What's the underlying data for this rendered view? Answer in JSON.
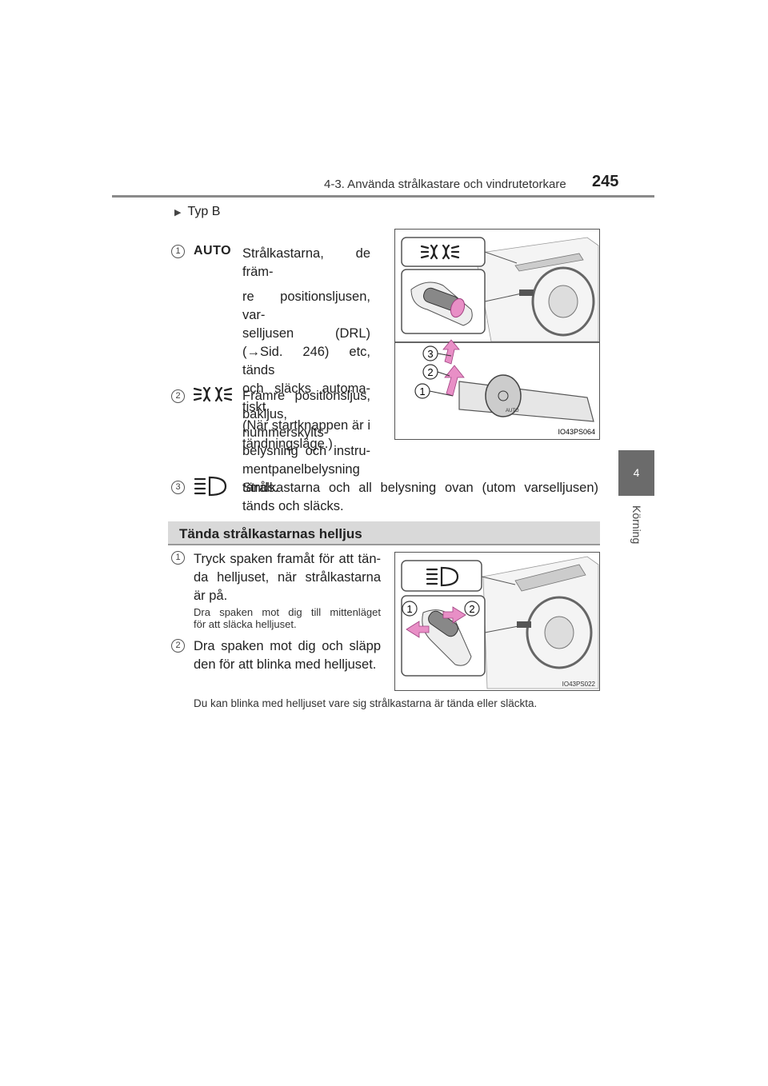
{
  "header": {
    "section_title": "4-3. Använda strålkastare och vindrutetorkare",
    "page_number": "245"
  },
  "side_tab": {
    "chapter_number": "4",
    "chapter_label": "Körning"
  },
  "type_label": "Typ B",
  "items": [
    {
      "number": "1",
      "symbol": "AUTO",
      "lines": [
        "Strålkastarna, de främ-",
        "re positionsljusen, var-",
        "selljusen (DRL)",
        "(→Sid. 246) etc, tänds",
        "och släcks automa-",
        "tiskt.",
        "(När startknappen är i",
        "tändningsläge.)"
      ]
    },
    {
      "number": "2",
      "symbol": "position-lights-icon",
      "lines": [
        "Främre positionsljus,",
        "bakljus, nummerskylts-",
        "belysning och instru-",
        "mentpanelbelysning",
        "tänds."
      ]
    },
    {
      "number": "3",
      "symbol": "headlight-icon",
      "lines": [
        "Strålkastarna och all belysning ovan (utom varselljusen)",
        "tänds och släcks."
      ]
    }
  ],
  "figure1": {
    "code": "IO43PS064",
    "callouts": [
      "1",
      "2",
      "3"
    ],
    "switch_label": "AUTO"
  },
  "section": {
    "title": "Tända strålkastarnas helljus",
    "items": [
      {
        "number": "1",
        "lines": [
          "Tryck spaken framåt för att tän-",
          "da helljuset, när strålkastarna",
          "är på."
        ],
        "note": [
          "Dra spaken mot dig till mittenläget",
          "för att släcka helljuset."
        ]
      },
      {
        "number": "2",
        "lines": [
          "Dra spaken mot dig och släpp",
          "den för att blinka med helljuset."
        ]
      }
    ],
    "footnote": "Du kan blinka med helljuset vare sig strålkastarna är tända eller släckta."
  },
  "figure2": {
    "code": "IO43PS022",
    "callouts": [
      "1",
      "2"
    ]
  },
  "colors": {
    "arrow_pink": "#e88fc6",
    "tab_gray": "#6b6b6b",
    "section_bg": "#d9d9d9"
  }
}
